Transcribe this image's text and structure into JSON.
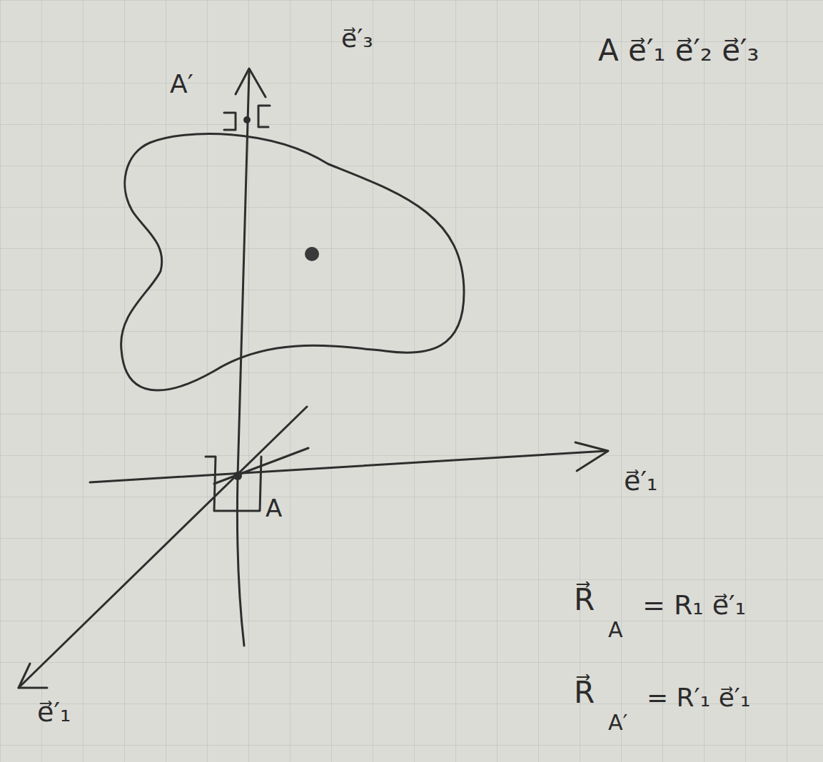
{
  "diagram": {
    "labels": [
      "A′",
      "e⃗′₃",
      "A e⃗′₁ e⃗′₂ e⃗′₃",
      "e⃗′₁",
      "A",
      "e⃗′₁",
      "R⃗",
      "A",
      "= R₁ e⃗′₁",
      "R⃗",
      "A′",
      "= R′₁ e⃗′₁"
    ]
  }
}
